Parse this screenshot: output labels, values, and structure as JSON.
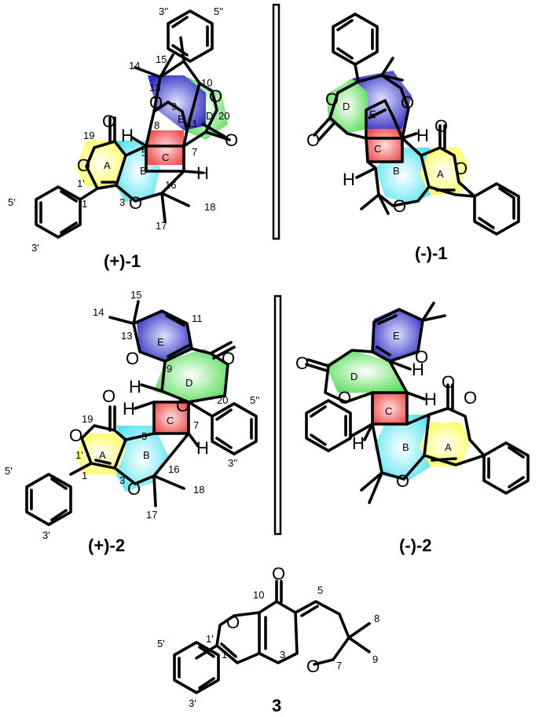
{
  "compounds": [
    {
      "id": "p1",
      "caption": "(+)-1"
    },
    {
      "id": "m1",
      "caption": "(-)-1"
    },
    {
      "id": "p2",
      "caption": "(+)-2"
    },
    {
      "id": "m2",
      "caption": "(-)-2"
    },
    {
      "id": "c3",
      "caption": "3"
    }
  ],
  "ring_labels": [
    "A",
    "B",
    "C",
    "D",
    "E"
  ],
  "atom_labels": {
    "oxygen": "O",
    "hydrogen": "H"
  },
  "numbering": {
    "p1": [
      "3''",
      "5''",
      "14",
      "15",
      "13",
      "10",
      "9",
      "20",
      "11",
      "19",
      "8",
      "7",
      "5",
      "16",
      "5'",
      "1'",
      "1",
      "3",
      "18",
      "17",
      "3'"
    ],
    "p2": [
      "15",
      "14",
      "13",
      "11",
      "9",
      "20",
      "19",
      "5",
      "7",
      "5''",
      "1'",
      "5'",
      "1",
      "3",
      "16",
      "18",
      "17",
      "3''",
      "3'"
    ],
    "c3": [
      "10",
      "5",
      "8",
      "1'",
      "5'",
      "1",
      "3",
      "7",
      "9",
      "3'"
    ]
  },
  "colors": {
    "ring_A": "#ffff66",
    "ring_B": "#66e8f0",
    "ring_C": "#f06060",
    "ring_D": "#66dd66",
    "ring_E": "#3a3acc",
    "glow": "#ffffff"
  }
}
